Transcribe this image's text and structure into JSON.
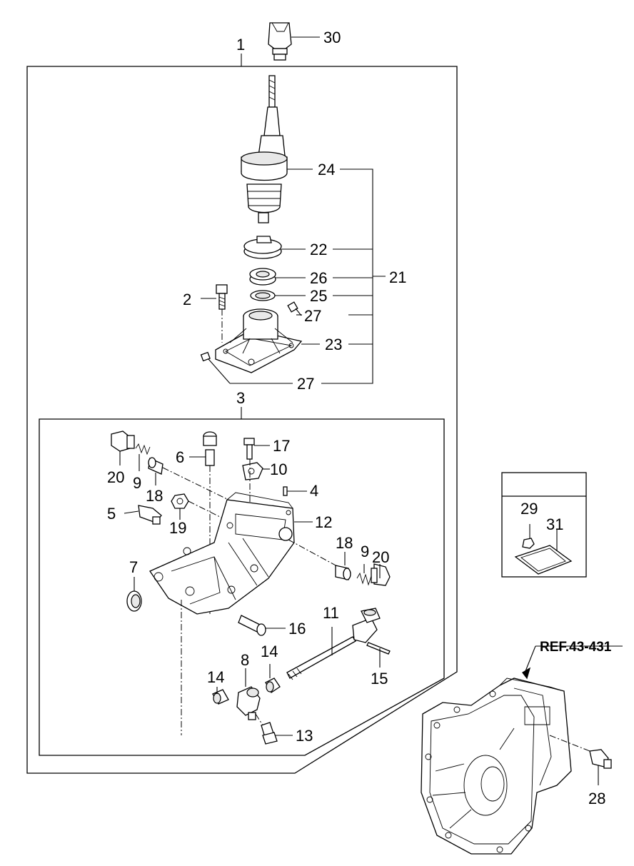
{
  "reference": "REF.43-431",
  "callouts": {
    "c1": "1",
    "c2": "2",
    "c3": "3",
    "c4": "4",
    "c5": "5",
    "c6": "6",
    "c7": "7",
    "c8": "8",
    "c9a": "9",
    "c9b": "9",
    "c10": "10",
    "c11": "11",
    "c12": "12",
    "c13": "13",
    "c14a": "14",
    "c14b": "14",
    "c15": "15",
    "c16": "16",
    "c17": "17",
    "c18a": "18",
    "c18b": "18",
    "c19": "19",
    "c20a": "20",
    "c20b": "20",
    "c21": "21",
    "c22": "22",
    "c23": "23",
    "c24": "24",
    "c25": "25",
    "c26": "26",
    "c27a": "27",
    "c27b": "27",
    "c28": "28",
    "c29": "29",
    "c30": "30",
    "c31": "31"
  }
}
